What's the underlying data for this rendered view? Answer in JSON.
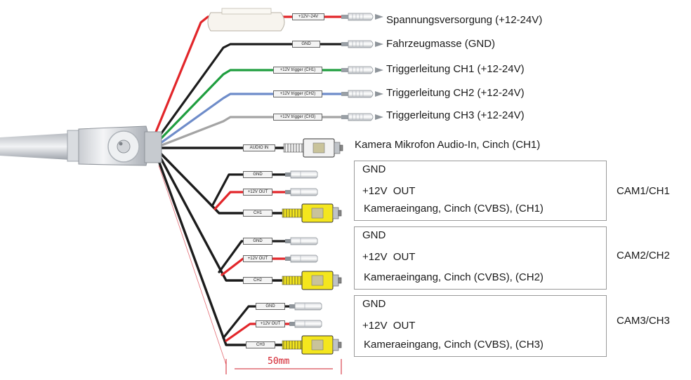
{
  "colors": {
    "red": "#e2262a",
    "black": "#1c1c1c",
    "green": "#1f9e3f",
    "blue": "#6e8cc9",
    "gray": "#a4a4a4",
    "yellow": "#f4e61e",
    "dimension": "#d21f2b"
  },
  "wires": [
    {
      "label": "Spannungsversorgung (+12-24V)",
      "tag": "+12V~24V",
      "color": "red"
    },
    {
      "label": "Fahrzeugmasse (GND)",
      "tag": "GND",
      "color": "black"
    },
    {
      "label": "Triggerleitung CH1 (+12-24V)",
      "tag": "+12V trigger (CH1)",
      "color": "green"
    },
    {
      "label": "Triggerleitung CH2 (+12-24V)",
      "tag": "+12V trigger (CH2)",
      "color": "blue"
    },
    {
      "label": "Triggerleitung CH3 (+12-24V)",
      "tag": "+12V trigger (CH3)",
      "color": "gray"
    }
  ],
  "audio": {
    "label": "Kamera Mikrofon Audio-In, Cinch (CH1)",
    "tag": "AUDIO IN"
  },
  "groups": [
    {
      "name": "CAM1/CH1",
      "gnd": "GND",
      "power": "+12V  OUT",
      "video": "Kameraeingang, Cinch (CVBS), (CH1)",
      "tag_gnd": "GND",
      "tag_power": "+12V  OUT",
      "tag_video": "CH1"
    },
    {
      "name": "CAM2/CH2",
      "gnd": "GND",
      "power": "+12V  OUT",
      "video": "Kameraeingang, Cinch (CVBS), (CH2)",
      "tag_gnd": "GND",
      "tag_power": "+12V  OUT",
      "tag_video": "CH2"
    },
    {
      "name": "CAM3/CH3",
      "gnd": "GND",
      "power": "+12V  OUT",
      "video": "Kameraeingang, Cinch (CVBS), (CH3)",
      "tag_gnd": "GND",
      "tag_power": "+12V  OUT",
      "tag_video": "CH3"
    }
  ],
  "dimension": {
    "label": "50mm"
  }
}
